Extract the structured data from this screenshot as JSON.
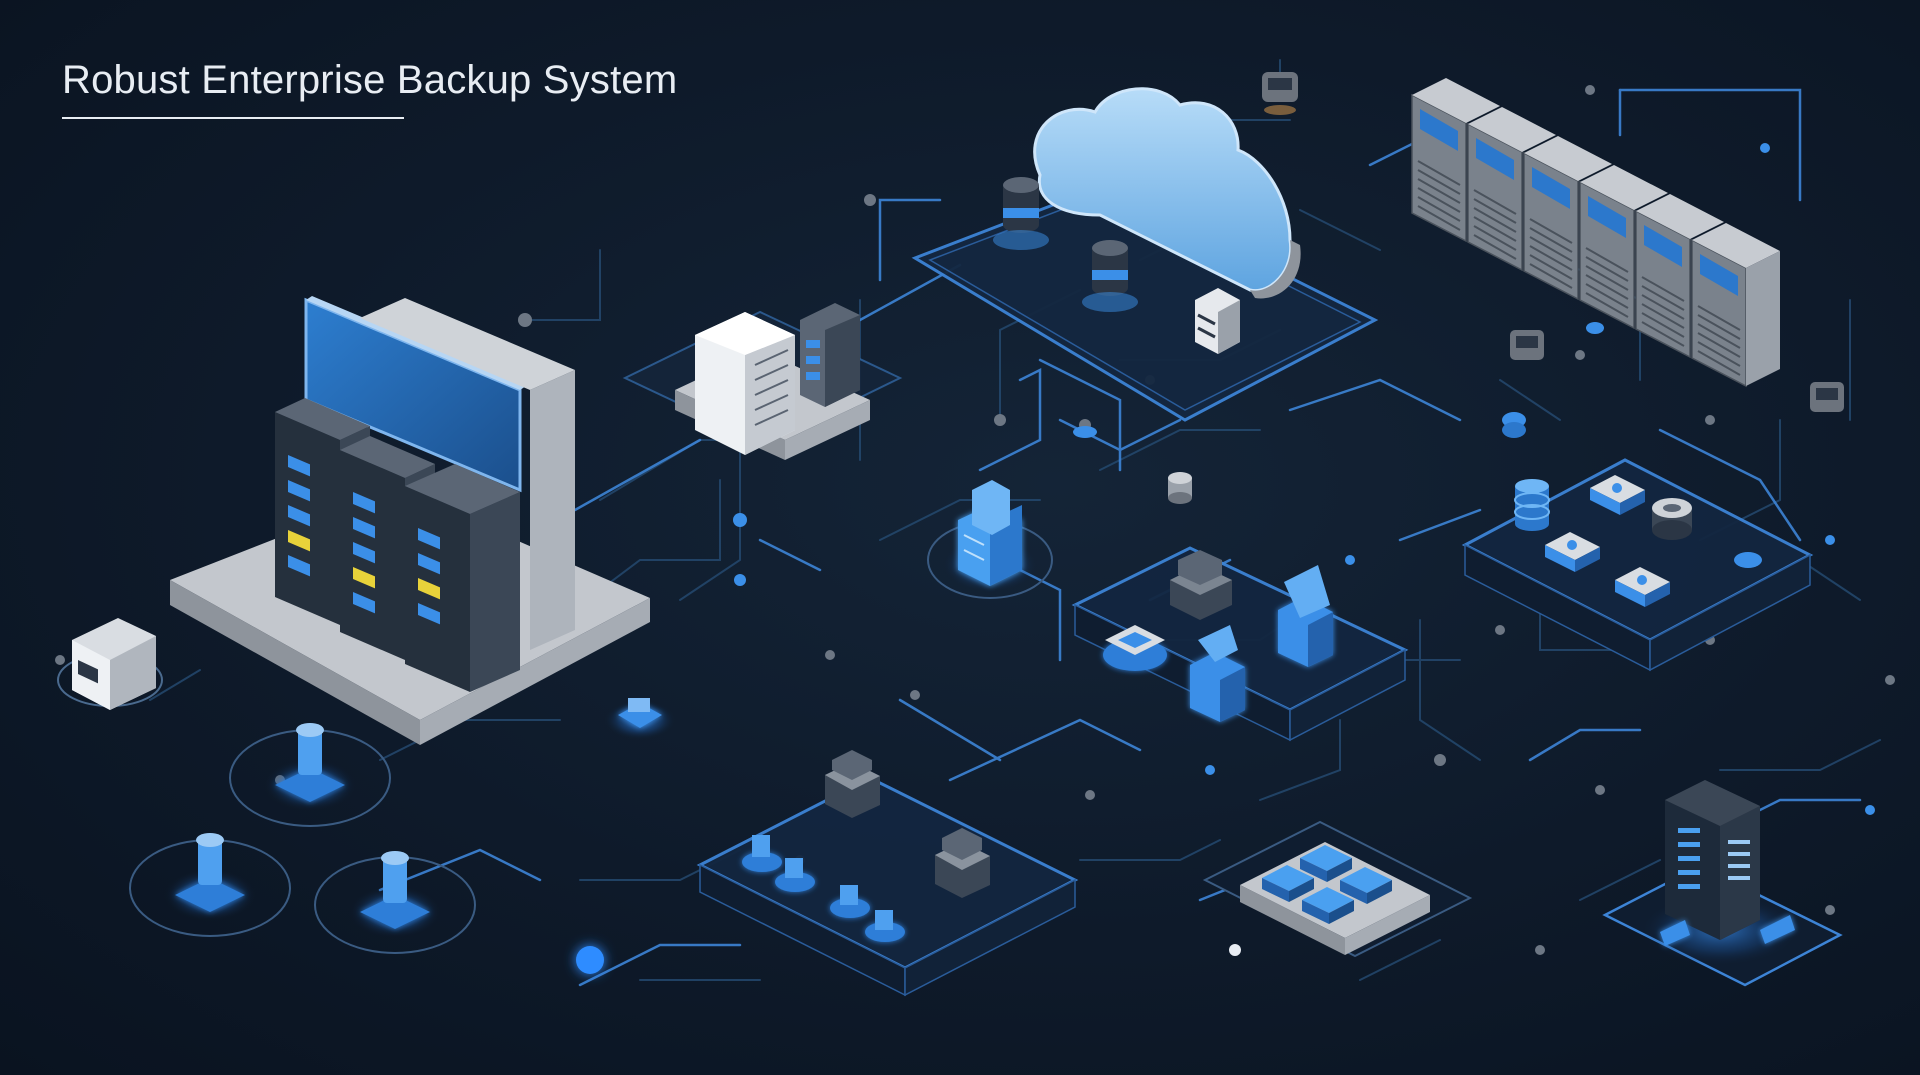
{
  "title": "Robust Enterprise Backup System",
  "colors": {
    "background": "#0e1a2a",
    "accent_blue": "#3b8fe8",
    "glow_blue": "#4aa8ff",
    "circuit_line": "#2a5c9a",
    "server_dark": "#2b3645",
    "platform_gray": "#b9bec6",
    "cloud_blue": "#86c2f2",
    "indicator_yellow": "#e8d23a"
  },
  "nodes": [
    {
      "name": "primary-server-cluster",
      "icon": "server-rack-icon"
    },
    {
      "name": "cloud-storage",
      "icon": "cloud-icon"
    },
    {
      "name": "storage-array-row",
      "icon": "server-rack-icon"
    },
    {
      "name": "office-building-site",
      "icon": "building-icon"
    },
    {
      "name": "central-hub",
      "icon": "building-icon"
    },
    {
      "name": "city-hub-platform",
      "icon": "city-icon"
    },
    {
      "name": "database-cluster",
      "icon": "database-icon"
    },
    {
      "name": "edge-devices-platform",
      "icon": "device-icon"
    },
    {
      "name": "storage-chip-grid",
      "icon": "chip-icon"
    },
    {
      "name": "standalone-server",
      "icon": "server-tower-icon"
    },
    {
      "name": "backup-drives",
      "icon": "drive-icon"
    },
    {
      "name": "backup-device",
      "icon": "device-icon"
    }
  ]
}
